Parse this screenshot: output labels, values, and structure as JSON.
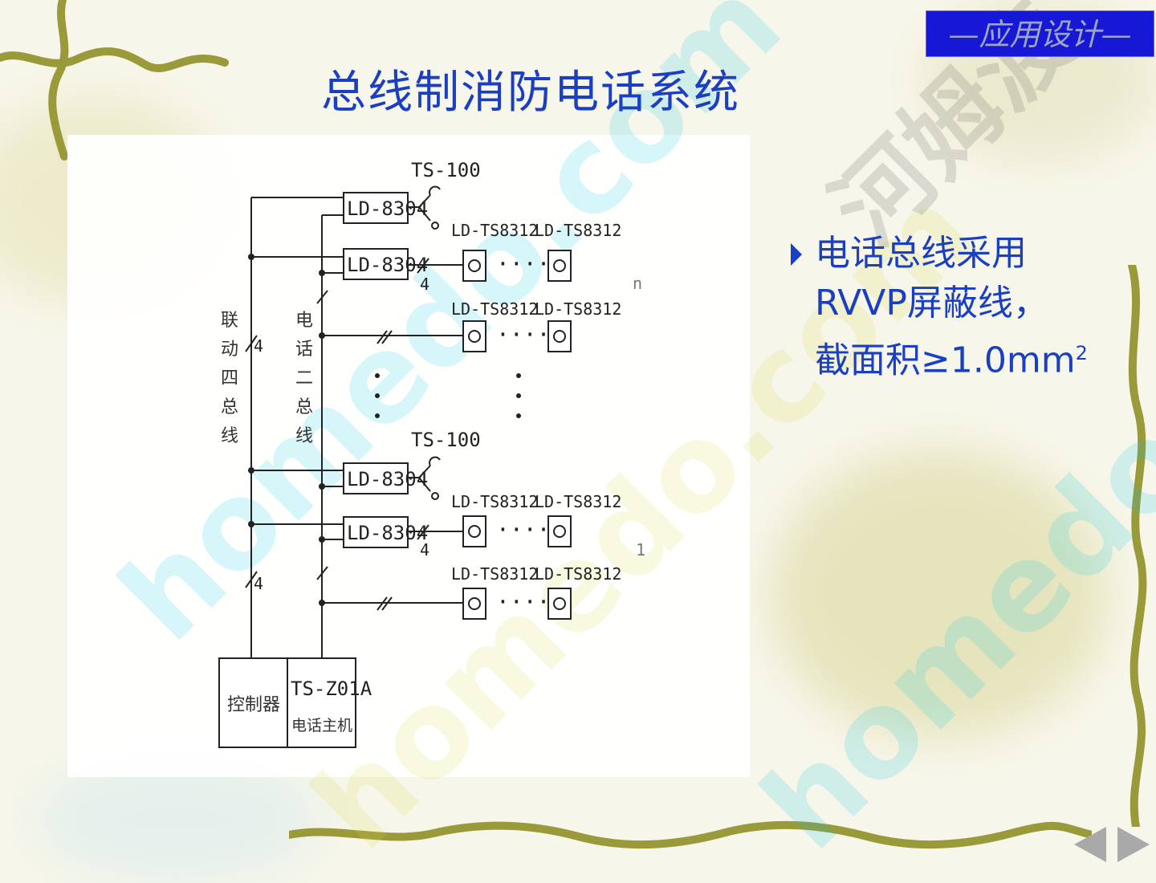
{
  "slide": {
    "title": "总线制消防电话系统",
    "section_badge": "—应用设计—",
    "watermarks": [
      "homedo.com",
      "homedo.com",
      "homedo.com",
      "河姆渡"
    ]
  },
  "bullet": {
    "line1": "电话总线采用",
    "line2": "RVVP屏蔽线，",
    "line3_prefix": "截面积≥1.0mm",
    "line3_sup": "2"
  },
  "diagram": {
    "bus_left_label": [
      "联",
      "动",
      "四",
      "总",
      "线"
    ],
    "bus_right_label": [
      "电",
      "话",
      "二",
      "总",
      "线"
    ],
    "left_bus_count": "4",
    "module_label": "LD-8304",
    "handset_label": "TS-100",
    "phone_jack_label": "LD-TS8312",
    "wire_count": "4",
    "dots_row": "····",
    "group_top_index": "n",
    "group_bottom_index": "1",
    "controller_label": "控制器",
    "host_model": "TS-Z01A",
    "host_name": "电话主机"
  },
  "colors": {
    "accent_blue": "#1a3fc4",
    "badge_blue": "#1717d6",
    "vine_green": "#9b9a3a",
    "line_black": "#222222"
  },
  "icons": [
    "bullet-triangle-icon",
    "prev-arrow-icon",
    "next-arrow-icon"
  ]
}
